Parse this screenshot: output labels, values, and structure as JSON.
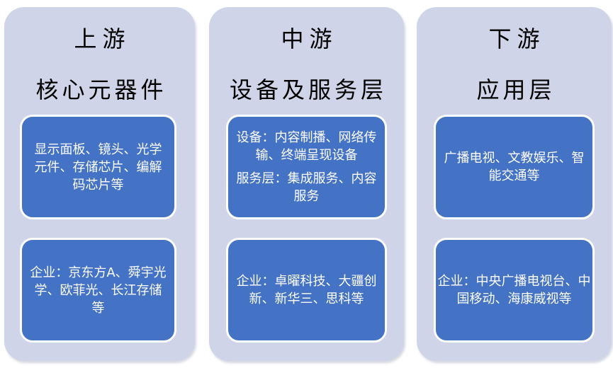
{
  "colors": {
    "page-bg": "#FFFFFF",
    "panel-bg": "#CFD4E8",
    "box-bg": "#4472C4",
    "box-border": "#FFFFFF",
    "title-text": "#000000",
    "box-text": "#FFFFFF"
  },
  "columns": [
    {
      "title": "上游",
      "subtitle": "核心元器件",
      "boxes": [
        {
          "paragraphs": [
            "显示面板、镜头、光学元件、存储芯片、编解码芯片等"
          ]
        },
        {
          "paragraphs": [
            "企业：京东方A、舜宇光学、欧菲光、长江存储等"
          ]
        }
      ]
    },
    {
      "title": "中游",
      "subtitle": "设备及服务层",
      "boxes": [
        {
          "paragraphs": [
            "设备：内容制播、网络传输、终端呈现设备",
            "服务层：集成服务、内容服务"
          ]
        },
        {
          "paragraphs": [
            "企业：卓曜科技、大疆创新、新华三、思科等"
          ]
        }
      ]
    },
    {
      "title": "下游",
      "subtitle": "应用层",
      "boxes": [
        {
          "paragraphs": [
            "广播电视、文教娱乐、智能交通等"
          ]
        },
        {
          "paragraphs": [
            "企业：中央广播电视台、中国移动、海康威视等"
          ]
        }
      ]
    }
  ]
}
